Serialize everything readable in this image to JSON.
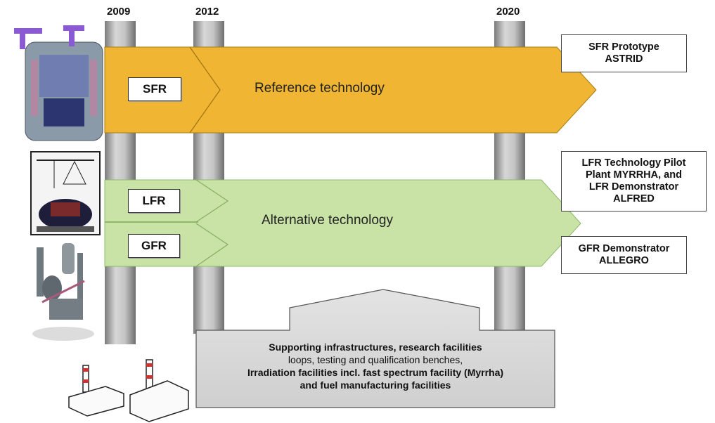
{
  "years": [
    "2009",
    "2012",
    "2020"
  ],
  "reference": {
    "stage_label": "SFR",
    "technology_label": "Reference technology",
    "outcome_line1": "SFR Prototype",
    "outcome_line2": "ASTRID",
    "color": "#f0b532"
  },
  "alternative": {
    "stage_labels": [
      "LFR",
      "GFR"
    ],
    "technology_label": "Alternative technology",
    "color": "#c9e3a6",
    "outcomes": [
      {
        "lines": [
          "LFR Technology Pilot",
          "Plant MYRRHA, and",
          "LFR Demonstrator",
          "ALFRED"
        ]
      },
      {
        "lines": [
          "GFR Demonstrator",
          "ALLEGRO"
        ]
      }
    ]
  },
  "support": {
    "line1": "Supporting infrastructures, research facilities",
    "line2": "loops, testing and qualification benches,",
    "line3": "Irradiation facilities incl. fast spectrum facility (Myrrha)",
    "line4": "and fuel manufacturing facilities",
    "color": "#d6d6d6"
  }
}
